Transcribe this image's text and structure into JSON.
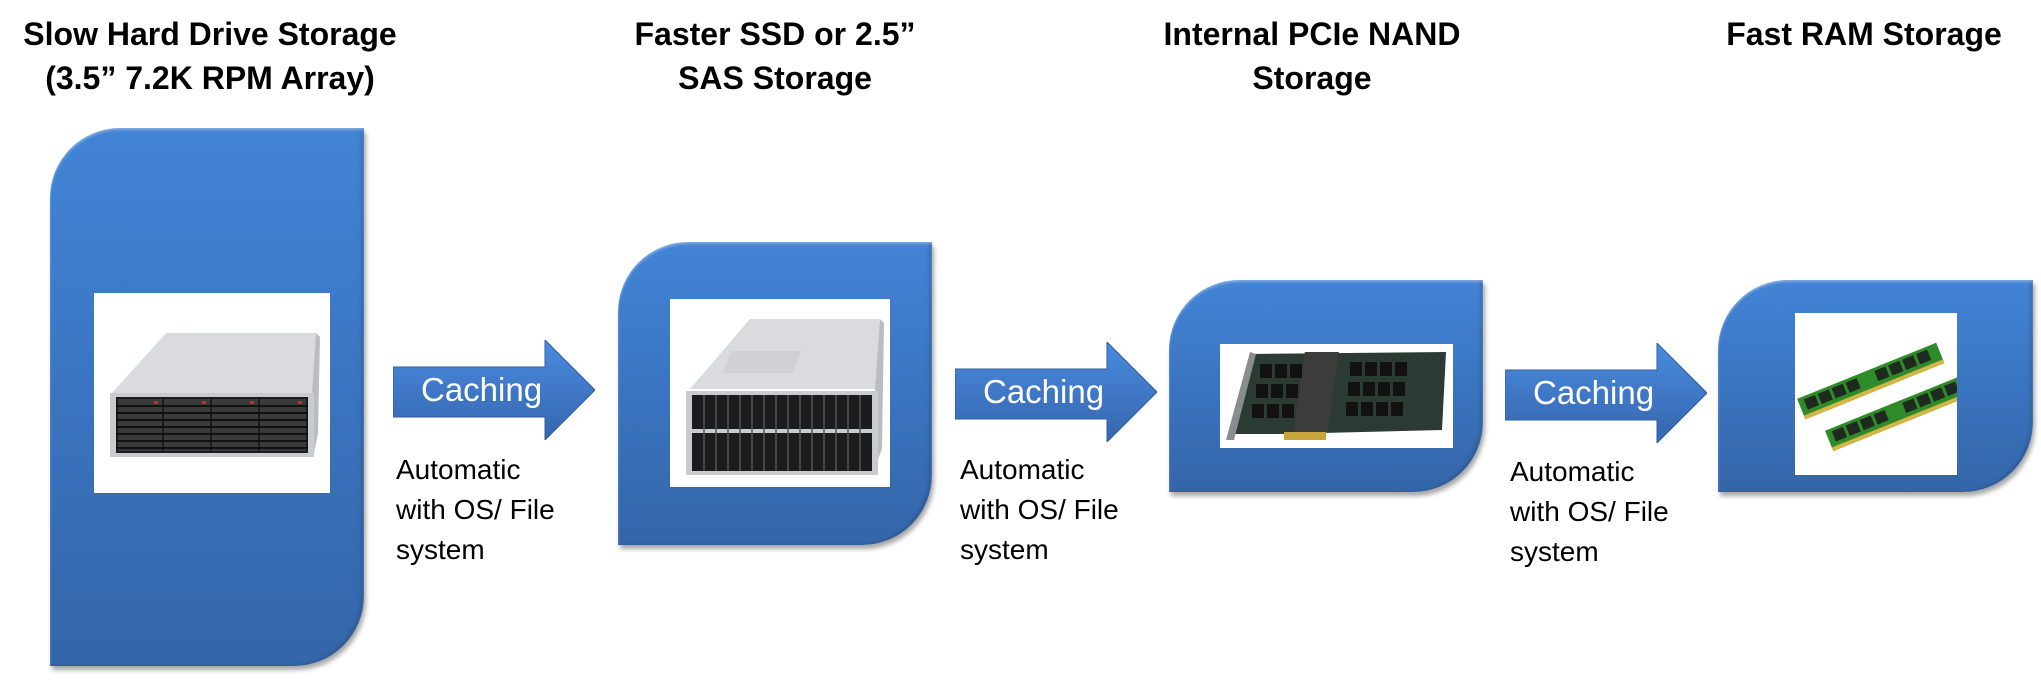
{
  "stages": [
    {
      "title_line1": "Slow Hard Drive Storage",
      "title_line2": "(3.5” 7.2K RPM Array)",
      "image": "hard-drive-array-server-icon"
    },
    {
      "title_line1": "Faster SSD or 2.5”",
      "title_line2": "SAS Storage",
      "image": "ssd-sas-server-icon"
    },
    {
      "title_line1": "Internal PCIe NAND",
      "title_line2": "Storage",
      "image": "pcie-nand-card-icon"
    },
    {
      "title_line1": "Fast RAM Storage",
      "title_line2": "",
      "image": "ram-modules-icon"
    }
  ],
  "arrows": [
    {
      "label": "Caching",
      "note_line1": "Automatic",
      "note_line2": "with OS/ File",
      "note_line3": "system"
    },
    {
      "label": "Caching",
      "note_line1": "Automatic",
      "note_line2": "with OS/ File",
      "note_line3": "system"
    },
    {
      "label": "Caching",
      "note_line1": "Automatic",
      "note_line2": "with OS/ File",
      "note_line3": "system"
    }
  ],
  "colors": {
    "box": "#3a74bf",
    "arrow": "#3f7ecf",
    "text": "#000000"
  }
}
